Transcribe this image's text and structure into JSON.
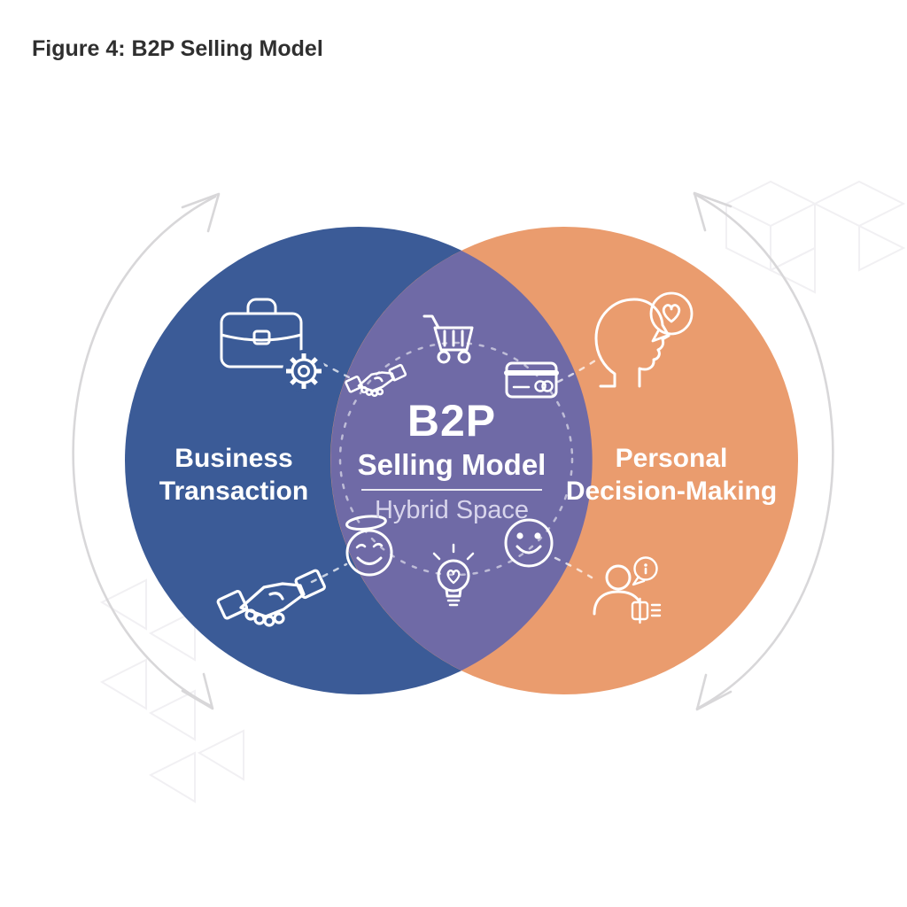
{
  "figure_title": "Figure 4: B2P Selling Model",
  "venn": {
    "left_circle": {
      "line1": "Business",
      "line2": "Transaction",
      "color": "#3b5b97"
    },
    "right_circle": {
      "line1": "Personal",
      "line2": "Decision-Making",
      "color": "#ea9c6e"
    },
    "overlap": {
      "heading": "B2P",
      "subheading": "Selling Model",
      "caption": "Hybrid Space",
      "color": "#6f6aa6"
    }
  },
  "icons": {
    "left_circle": [
      "briefcase-gear-icon",
      "handshake-icon"
    ],
    "overlap": [
      "handshake-small-icon",
      "shopping-cart-icon",
      "credit-card-icon",
      "angel-face-icon",
      "lightbulb-heart-icon",
      "smiley-face-icon"
    ],
    "right_circle": [
      "head-heart-speech-icon",
      "person-chat-icon"
    ]
  },
  "decorations": {
    "arrow_color": "#d8d7d9",
    "background_shape_color": "#f1f0f3",
    "dashed_line_color": "rgba(255,255,255,0.72)"
  }
}
